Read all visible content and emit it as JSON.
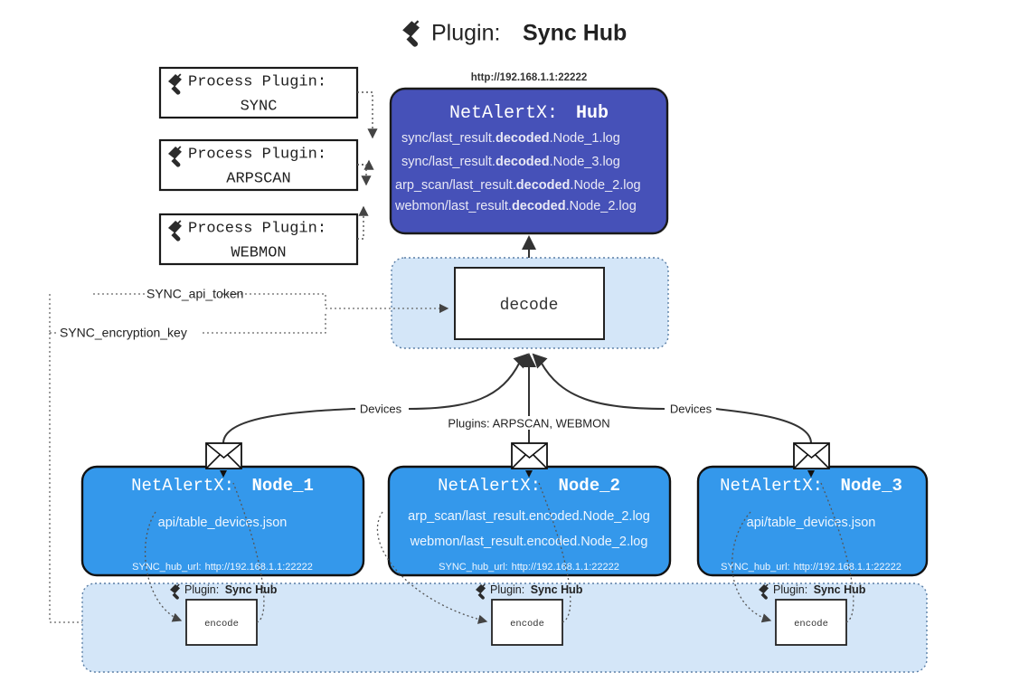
{
  "title": {
    "icon": "plug-icon",
    "prefix": "Plugin:",
    "name": "Sync Hub"
  },
  "colors": {
    "hub_fill": "#4651b8",
    "node_fill": "#3498eb",
    "panel_fill": "#d4e6f8",
    "stroke_dark": "#1a1a1a",
    "edge_gray": "#404040",
    "white": "#ffffff"
  },
  "process_plugins": [
    {
      "icon": "plug-icon",
      "label": "Process Plugin:",
      "name": "SYNC"
    },
    {
      "icon": "plug-icon",
      "label": "Process Plugin:",
      "name": "ARPSCAN"
    },
    {
      "icon": "plug-icon",
      "label": "Process Plugin:",
      "name": "WEBMON"
    }
  ],
  "hub": {
    "url": "http://192.168.1.1:22222",
    "app": "NetAlertX:",
    "name": "Hub",
    "logs": [
      {
        "pre": "sync/last_result.",
        "em": "decoded",
        "post": ".Node_1.log"
      },
      {
        "pre": "sync/last_result.",
        "em": "decoded",
        "post": ".Node_3.log"
      },
      {
        "pre": "arp_scan/last_result.",
        "em": "decoded",
        "post": ".Node_2.log"
      },
      {
        "pre": "webmon/last_result.",
        "em": "decoded",
        "post": ".Node_2.log"
      }
    ]
  },
  "decode": {
    "label": "decode"
  },
  "secrets": {
    "api_token": "SYNC_api_token",
    "encryption_key": "SYNC_encryption_key"
  },
  "edge_labels": {
    "left_devices": "Devices",
    "right_devices": "Devices",
    "center_plugins": "Plugins: ARPSCAN, WEBMON"
  },
  "nodes": [
    {
      "icon": "envelope-icon",
      "app": "NetAlertX:",
      "name": "Node_1",
      "files": [
        {
          "pre": "api/table_devices.json",
          "em": "",
          "post": ""
        }
      ],
      "hub_url_label": "SYNC_hub_url:",
      "hub_url": "http://192.168.1.1:22222"
    },
    {
      "icon": "envelope-icon",
      "app": "NetAlertX:",
      "name": "Node_2",
      "files": [
        {
          "pre": "arp_scan/last_result.encoded.Node_2.log",
          "em": "",
          "post": ""
        },
        {
          "pre": "webmon/last_result.encoded.Node_2.log",
          "em": "",
          "post": ""
        }
      ],
      "hub_url_label": "SYNC_hub_url:",
      "hub_url": "http://192.168.1.1:22222"
    },
    {
      "icon": "envelope-icon",
      "app": "NetAlertX:",
      "name": "Node_3",
      "files": [
        {
          "pre": "api/table_devices.json",
          "em": "",
          "post": ""
        }
      ],
      "hub_url_label": "SYNC_hub_url:",
      "hub_url": "http://192.168.1.1:22222"
    }
  ],
  "encoders": [
    {
      "icon": "plug-icon",
      "prefix": "Plugin:",
      "name": "Sync Hub",
      "box": "encode"
    },
    {
      "icon": "plug-icon",
      "prefix": "Plugin:",
      "name": "Sync Hub",
      "box": "encode"
    },
    {
      "icon": "plug-icon",
      "prefix": "Plugin:",
      "name": "Sync Hub",
      "box": "encode"
    }
  ]
}
